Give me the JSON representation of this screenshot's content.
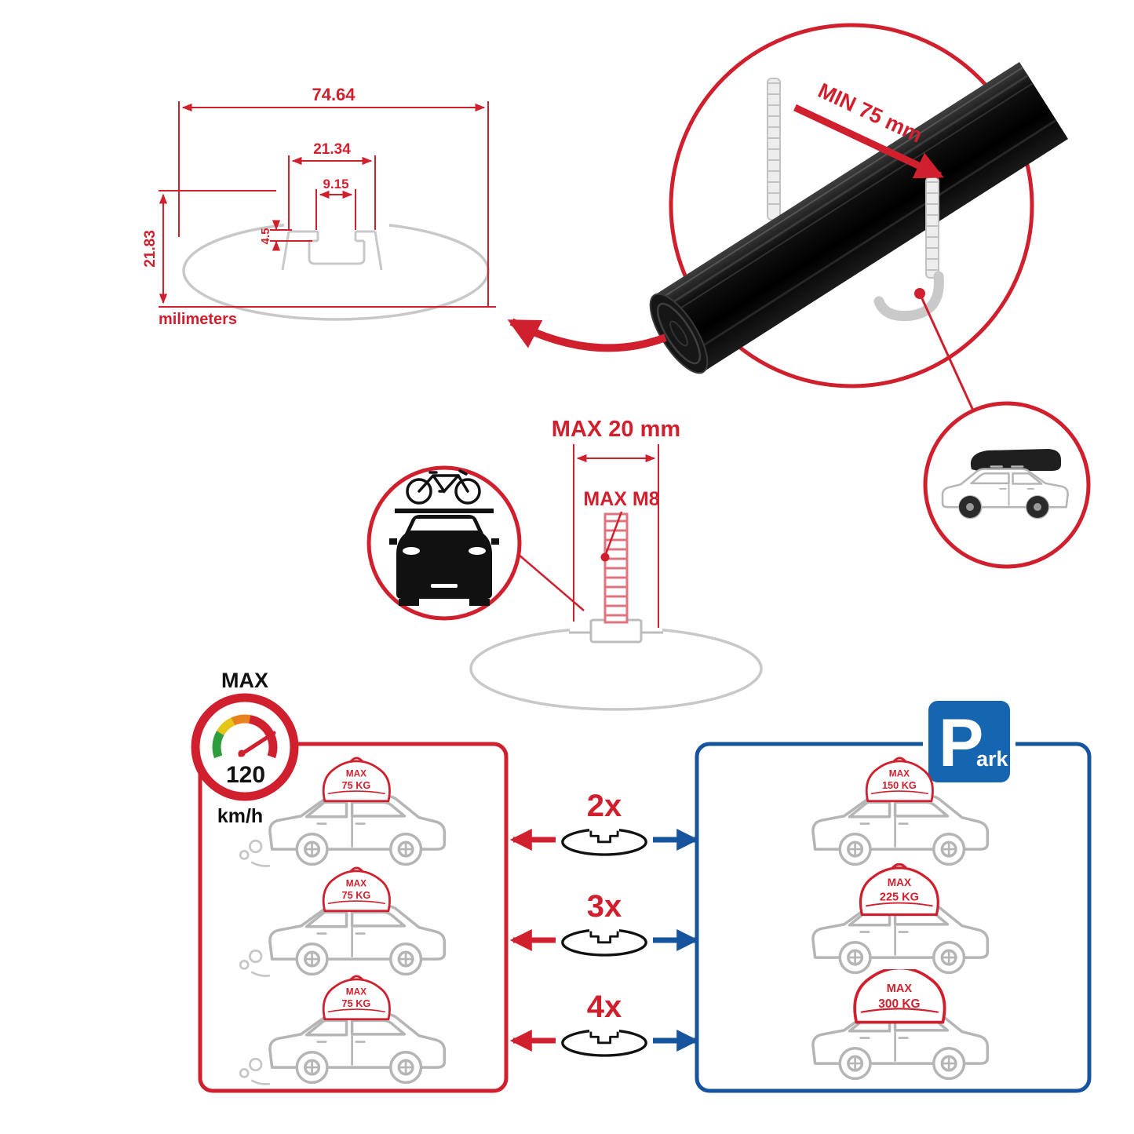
{
  "colors": {
    "accent_red": "#d0202e",
    "accent_blue": "#17549e",
    "sign_blue": "#1565b0",
    "sketch_gray": "#c8c8c8",
    "bar_black": "#0d0d0d"
  },
  "profile_diagram": {
    "dim_width": "74.64",
    "dim_plateau": "21.34",
    "dim_slot": "9.15",
    "dim_lip": "4.5",
    "dim_height": "21.83",
    "unit_label": "milimeters"
  },
  "clamp_detail": {
    "min_clearance_label": "MIN 75 mm"
  },
  "bolt_detail": {
    "max_width_label": "MAX 20 mm",
    "max_thread_label": "MAX M8"
  },
  "speed_limit": {
    "label": "MAX",
    "value": "120",
    "unit": "km/h"
  },
  "multipliers": [
    {
      "label": "2x"
    },
    {
      "label": "3x"
    },
    {
      "label": "4x"
    }
  ],
  "driving_box": {
    "cars": [
      {
        "max_label": "MAX",
        "load": "75 KG"
      },
      {
        "max_label": "MAX",
        "load": "75 KG"
      },
      {
        "max_label": "MAX",
        "load": "75 KG"
      }
    ]
  },
  "parking_box": {
    "sign_p": "P",
    "sign_rest": "ark",
    "cars": [
      {
        "max_label": "MAX",
        "load": "150 KG"
      },
      {
        "max_label": "MAX",
        "load": "225 KG"
      },
      {
        "max_label": "MAX",
        "load": "300 KG"
      }
    ]
  }
}
